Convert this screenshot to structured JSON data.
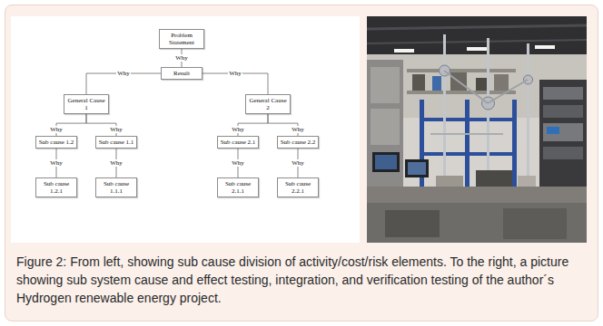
{
  "diagram": {
    "caption": "Figure 2: From left, showing sub cause division of activity/cost/risk elements. To the right, a picture showing sub system cause and effect testing, integration, and verification testing of the author´s Hydrogen renewable energy project.",
    "nodes": [
      {
        "text": [
          "Problem Statement"
        ]
      },
      {
        "text": [
          "Result"
        ]
      },
      {
        "text": [
          "General Cause 1"
        ]
      },
      {
        "text": [
          "General Cause 2"
        ]
      },
      {
        "text": [
          "Sub cause 1.2"
        ]
      },
      {
        "text": [
          "Sub cause 1.1"
        ]
      },
      {
        "text": [
          "Sub cause 2.1"
        ]
      },
      {
        "text": [
          "Sub cause 2.2"
        ]
      },
      {
        "text": [
          "Sub cause 1.2.1"
        ]
      },
      {
        "text": [
          "Sub cause 1.1.1"
        ]
      },
      {
        "text": [
          "Sub cause 2.1.1"
        ]
      },
      {
        "text": [
          "Sub cause 2.2.1"
        ]
      }
    ],
    "edges": [
      {
        "from": 0,
        "to": 1,
        "arrow": "none",
        "label": "Why"
      },
      {
        "from": 1,
        "to": 2,
        "arrow": "none",
        "label": "Why"
      },
      {
        "from": 1,
        "to": 3,
        "arrow": "none",
        "label": "Why"
      },
      {
        "from": 2,
        "to": 4,
        "arrow": "none",
        "label": "Why"
      },
      {
        "from": 2,
        "to": 5,
        "arrow": "none",
        "label": "Why"
      },
      {
        "from": 3,
        "to": 6,
        "arrow": "none",
        "label": "Why"
      },
      {
        "from": 3,
        "to": 7,
        "arrow": "none",
        "label": "Why"
      },
      {
        "from": 4,
        "to": 8,
        "arrow": "none",
        "label": "Why"
      },
      {
        "from": 5,
        "to": 9,
        "arrow": "none",
        "label": "Why"
      },
      {
        "from": 6,
        "to": 10,
        "arrow": "none",
        "label": "Why"
      },
      {
        "from": 7,
        "to": 11,
        "arrow": "none",
        "label": "Why"
      }
    ]
  }
}
